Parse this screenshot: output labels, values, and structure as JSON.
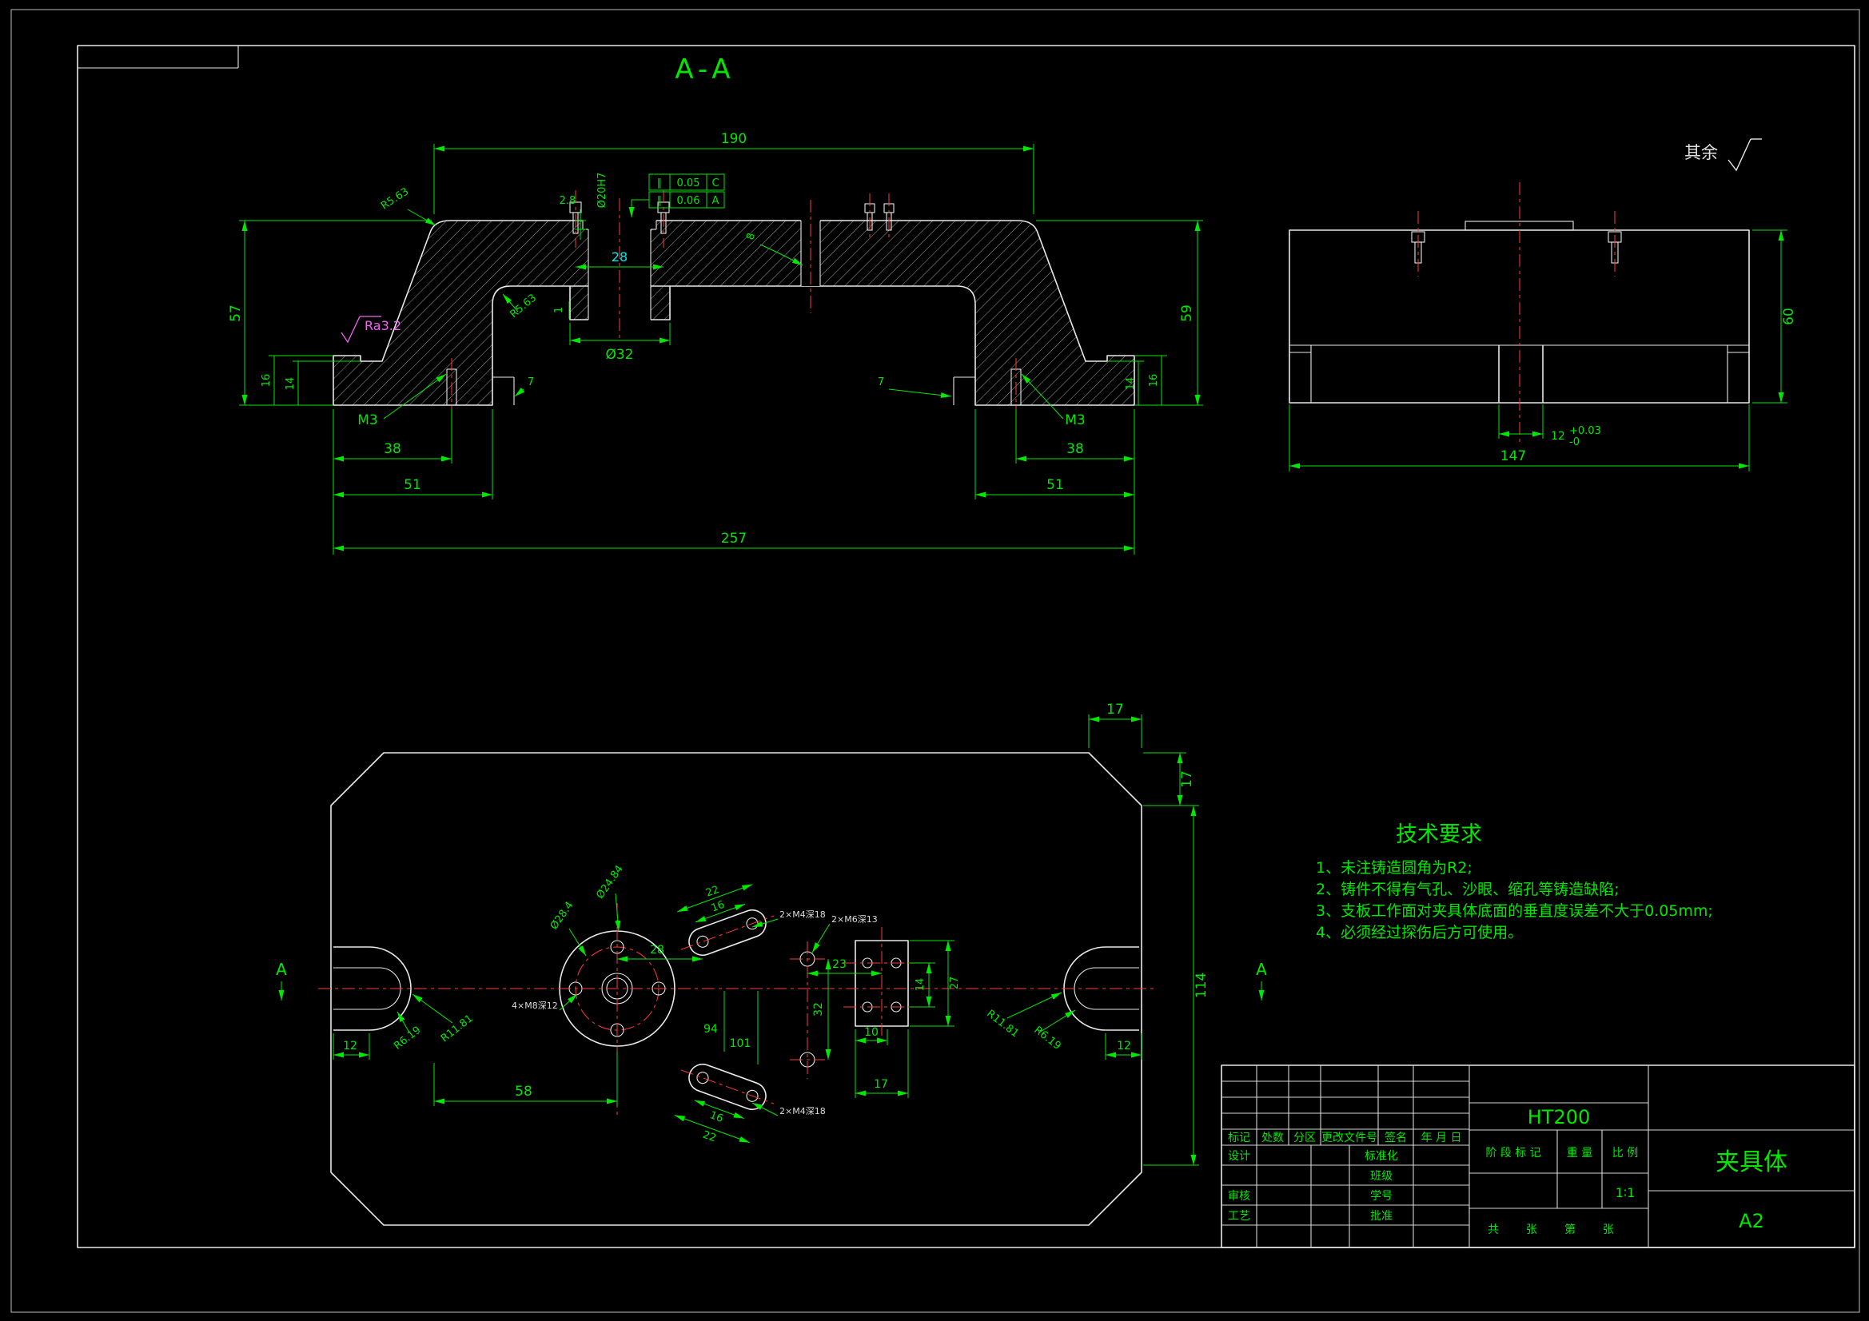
{
  "meta": {
    "bg": "#000000",
    "dim_color": "#00e800",
    "object_color": "#e8e8e8",
    "center_color": "#ff3a3a",
    "cyan": "#00e8e8",
    "magenta": "#f065f0"
  },
  "header": {
    "section_title": "A-A",
    "rest_note": "其余"
  },
  "section": {
    "d190": "190",
    "d257": "257",
    "d57": "57",
    "d59": "59",
    "d16l": "16",
    "d14l": "14",
    "m3l": "M3",
    "d38l": "38",
    "d51l": "51",
    "d16r": "16",
    "d14r": "14",
    "m3r": "M3",
    "d38r": "38",
    "d51r": "51",
    "d28": "28",
    "d2_8": "2.8",
    "dia32": "Ø32",
    "d1": "1",
    "d8": "8",
    "d7l": "7",
    "d7r": "7",
    "r1": "R5.63",
    "r2": "R5.63",
    "ra": "Ra3.2",
    "dia20": "Ø20H7",
    "tol1": {
      "sym": "∥",
      "val": "0.05",
      "ref": "C"
    },
    "tol2": {
      "sym": "∥",
      "val": "0.06",
      "ref": "A"
    }
  },
  "side": {
    "d60": "60",
    "d147": "147",
    "d12": "12",
    "tol_u": "+0.03",
    "tol_l": "-0"
  },
  "top": {
    "d17t": "17",
    "d17r": "17",
    "d114": "114",
    "d12lft": "12",
    "d12rgt": "12",
    "d58": "58",
    "d28": "28",
    "d23": "23",
    "d32": "32",
    "d94": "94",
    "d101": "101",
    "d14": "14",
    "d27": "27",
    "d10": "10",
    "d17b": "17",
    "d22t": "22",
    "d16t": "16",
    "d22b": "22",
    "d16b": "16",
    "r619l": "R6.19",
    "r1181l": "R11.81",
    "r1181r": "R11.81",
    "r619r": "R6.19",
    "m8": "4×M8深12",
    "m4t": "2×M4深18",
    "m4b": "2×M4深18",
    "m6": "2×M6深13",
    "dia284": "Ø28.4",
    "dia2484": "Ø24.84",
    "secl": "A",
    "secr": "A"
  },
  "tech": {
    "title": "技术要求",
    "items": [
      "1、未注铸造圆角为R2;",
      "2、铸件不得有气孔、沙眼、缩孔等铸造缺陷;",
      "3、支板工作面对夹具体底面的垂直度误差不大于0.05mm;",
      "4、必须经过探伤后方可使用。"
    ]
  },
  "tb": {
    "material": "HT200",
    "part": "夹具体",
    "sheet": "A2",
    "scale": "1∶1",
    "rev": [
      "标记",
      "处数",
      "分区",
      "更改文件号",
      "签名",
      "年 月 日"
    ],
    "design": "设计",
    "check": "审核",
    "craft": "工艺",
    "standard": "标准化",
    "cls": "班级",
    "sid": "学号",
    "approve": "批准",
    "stage": "阶 段 标 记",
    "weight": "重 量",
    "ratio": "比 例",
    "total": "共",
    "sheet1": "张",
    "no": "第",
    "sheet2": "张"
  }
}
